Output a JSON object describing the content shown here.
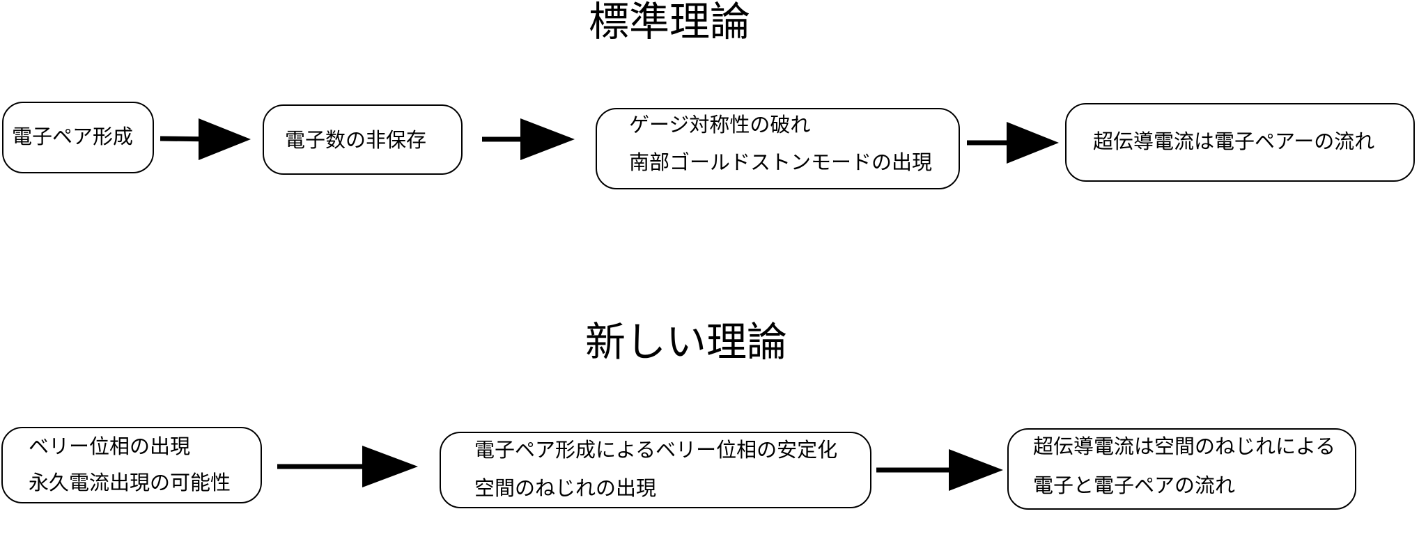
{
  "sections": {
    "standard": {
      "title": "標準理論",
      "boxes": [
        {
          "lines": [
            "電子ペア形成"
          ]
        },
        {
          "lines": [
            "電子数の非保存"
          ]
        },
        {
          "lines": [
            "ゲージ対称性の破れ",
            "南部ゴールドストンモードの出現"
          ]
        },
        {
          "lines": [
            "超伝導電流は電子ペアーの流れ"
          ]
        }
      ]
    },
    "new": {
      "title": "新しい理論",
      "boxes": [
        {
          "lines": [
            "ベリー位相の出現",
            "永久電流出現の可能性"
          ]
        },
        {
          "lines": [
            "電子ペア形成によるベリー位相の安定化",
            "空間のねじれの出現"
          ]
        },
        {
          "lines": [
            "超伝導電流は空間のねじれによる",
            "電子と電子ペアの流れ"
          ]
        }
      ]
    }
  },
  "colors": {
    "line": "#000000",
    "background": "#ffffff"
  }
}
